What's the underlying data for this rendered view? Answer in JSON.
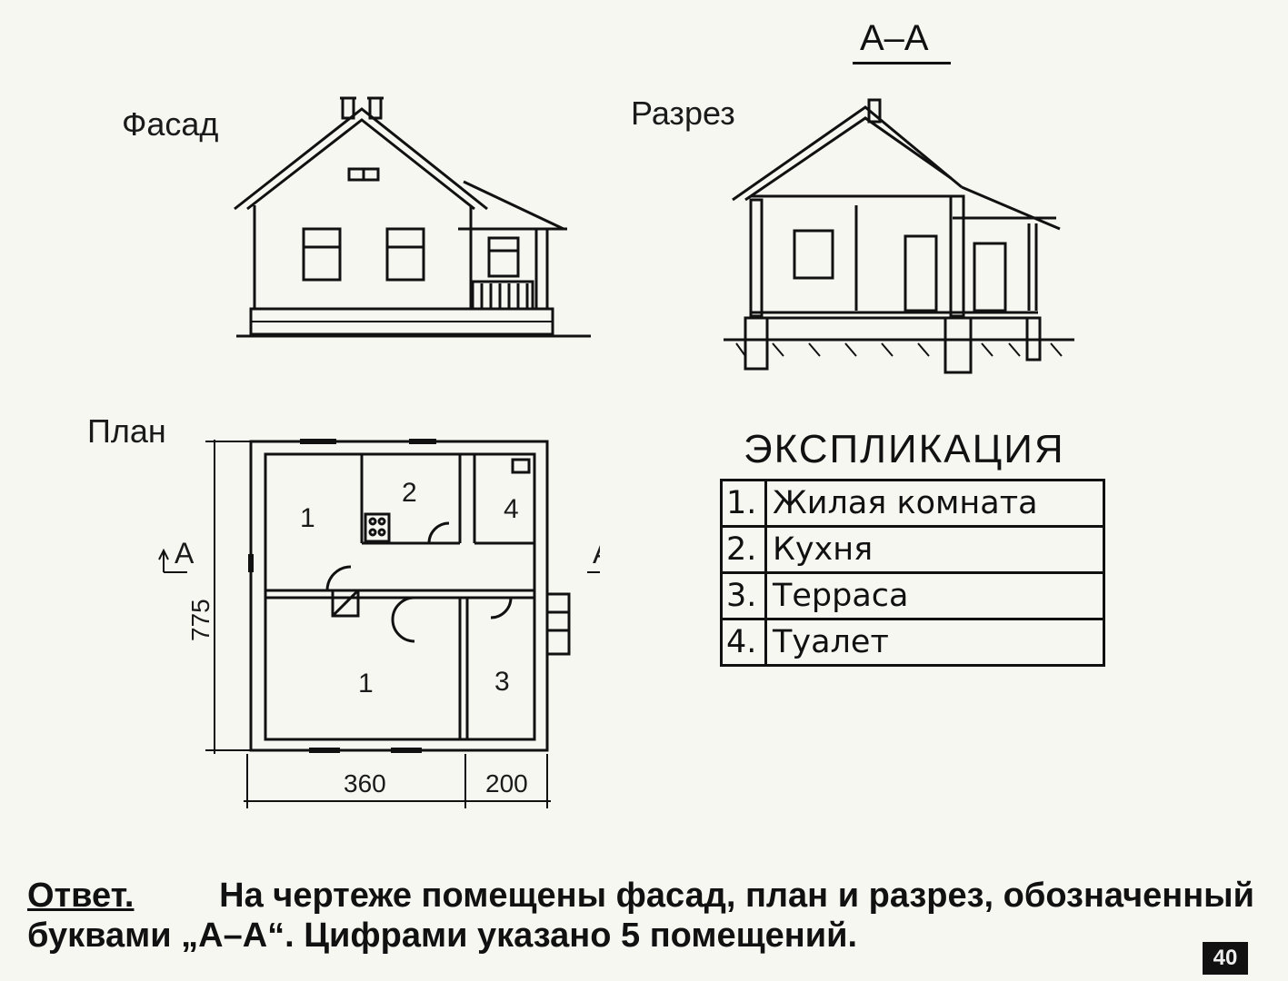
{
  "labels": {
    "facade": "Фасад",
    "section": "Разрез",
    "section_mark": "А–А",
    "plan": "План",
    "cut_left": "А",
    "cut_right": "А"
  },
  "plan": {
    "dim_height": "775",
    "dim_width_main": "360",
    "dim_width_terrace": "200",
    "rooms": [
      "1",
      "2",
      "4",
      "1",
      "3"
    ]
  },
  "explication": {
    "title": "ЭКСПЛИКАЦИЯ",
    "rows": [
      {
        "num": "1.",
        "name": "Жилая комната"
      },
      {
        "num": "2.",
        "name": "Кухня"
      },
      {
        "num": "3.",
        "name": "Терраса"
      },
      {
        "num": "4.",
        "name": "Туалет"
      }
    ]
  },
  "answer": {
    "head": "Ответ.",
    "line1_rest": "На чертеже помещены фасад, план и разрез, обозначенный",
    "line2": "буквами „А–А“. Цифрами указано 5 помещений."
  },
  "page_number": "40"
}
